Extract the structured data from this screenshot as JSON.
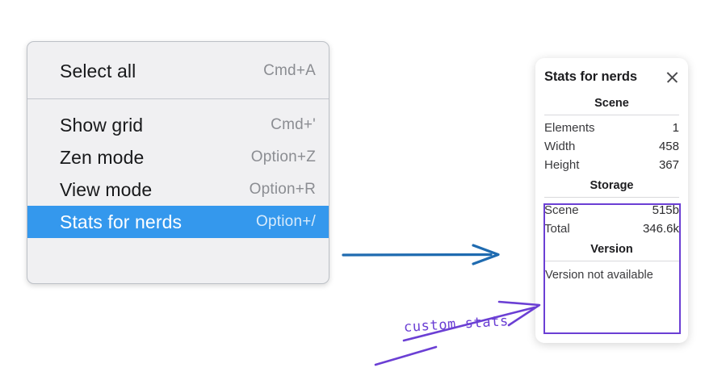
{
  "context_menu": {
    "groups": [
      {
        "items": [
          {
            "label": "Select all",
            "shortcut": "Cmd+A",
            "selected": false
          }
        ]
      },
      {
        "items": [
          {
            "label": "Show grid",
            "shortcut": "Cmd+'",
            "selected": false
          },
          {
            "label": "Zen mode",
            "shortcut": "Option+Z",
            "selected": false
          },
          {
            "label": "View mode",
            "shortcut": "Option+R",
            "selected": false
          },
          {
            "label": "Stats for nerds",
            "shortcut": "Option+/",
            "selected": true
          }
        ]
      }
    ],
    "highlight_color": "#3498ed"
  },
  "stats_panel": {
    "title": "Stats for nerds",
    "close_icon": "close-icon",
    "sections": [
      {
        "name": "Scene",
        "rows": [
          {
            "label": "Elements",
            "value": "1"
          },
          {
            "label": "Width",
            "value": "458"
          },
          {
            "label": "Height",
            "value": "367"
          }
        ]
      },
      {
        "name": "Storage",
        "rows": [
          {
            "label": "Scene",
            "value": "515b"
          },
          {
            "label": "Total",
            "value": "346.6k"
          }
        ]
      },
      {
        "name": "Version",
        "note": "Version not available",
        "rows": []
      }
    ]
  },
  "annotations": {
    "custom_stats_label": "custom stats",
    "annotation_color": "#6b3fd4",
    "flow_arrow_color": "#1f6bb0"
  }
}
